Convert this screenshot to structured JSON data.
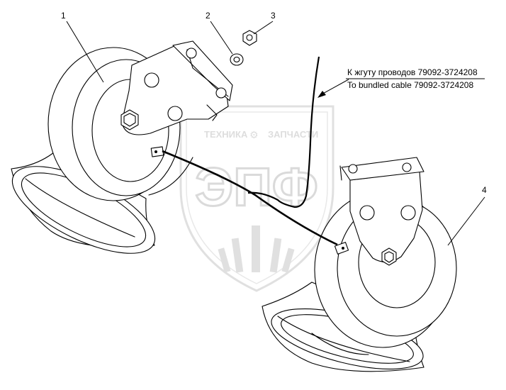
{
  "callouts": {
    "item_1": "1",
    "item_2": "2",
    "item_3": "3",
    "item_4": "4"
  },
  "cable_note": {
    "line_ru": "К жгуту проводов 79092-3724208",
    "line_en": "To bundled cable 79092-3724208"
  },
  "watermark": {
    "arc_left": "ТЕХНИКА",
    "arc_right": "ЗАПЧАСТИ",
    "letters": "ЭПФ",
    "color": "#c8c8c8"
  }
}
